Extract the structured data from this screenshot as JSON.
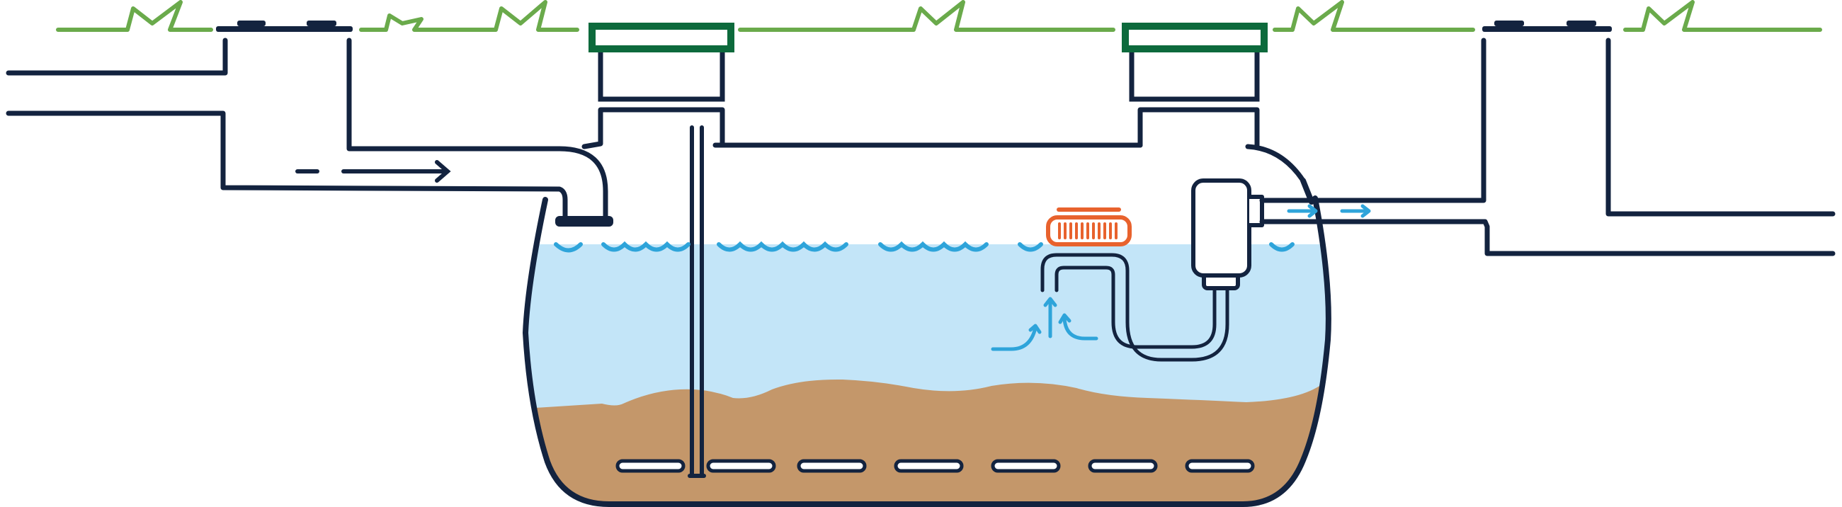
{
  "title": "",
  "colors": {
    "background": "#ffffff",
    "outline": "#13233f",
    "grass": "#6aaa4b",
    "riser_lid": "#0d6a3c",
    "water": "#c3e5f8",
    "sludge": "#c4976a",
    "flow_arrow": "#2ea4da",
    "filter": "#e8622d"
  },
  "components": [
    {
      "id": "ground-line",
      "label": ""
    },
    {
      "id": "inlet-pipe",
      "label": ""
    },
    {
      "id": "outlet-pipe",
      "label": ""
    },
    {
      "id": "septic-tank",
      "label": ""
    },
    {
      "id": "riser-left",
      "label": ""
    },
    {
      "id": "riser-right",
      "label": ""
    },
    {
      "id": "baffle",
      "label": ""
    },
    {
      "id": "effluent-filter",
      "label": ""
    },
    {
      "id": "pump-vault",
      "label": ""
    },
    {
      "id": "sludge-layer",
      "label": ""
    },
    {
      "id": "water-layer",
      "label": ""
    }
  ],
  "icons": [
    "inlet-flow-arrow-icon",
    "outlet-flow-arrow-icon",
    "upflow-arrow-icon",
    "wave-icon"
  ]
}
